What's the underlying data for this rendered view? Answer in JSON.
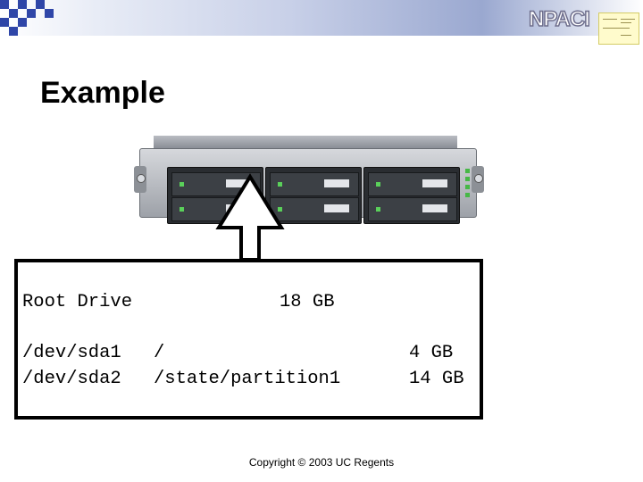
{
  "slide": {
    "title": "Example",
    "logo_text": "NPACI",
    "footer": "Copyright © 2003 UC Regents"
  },
  "partition_table": {
    "root_drive": {
      "label": "Root Drive",
      "size": "18 GB"
    },
    "partitions": [
      {
        "device": "/dev/sda1",
        "mount": "/",
        "size": "4 GB"
      },
      {
        "device": "/dev/sda2",
        "mount": "/state/partition1",
        "size": "14 GB"
      }
    ]
  },
  "colors": {
    "checker_blue": "#2f46a8",
    "box_border": "#000000",
    "text": "#000000"
  },
  "icons": {
    "arrow": "up-arrow-icon",
    "server": "rack-server-image"
  }
}
